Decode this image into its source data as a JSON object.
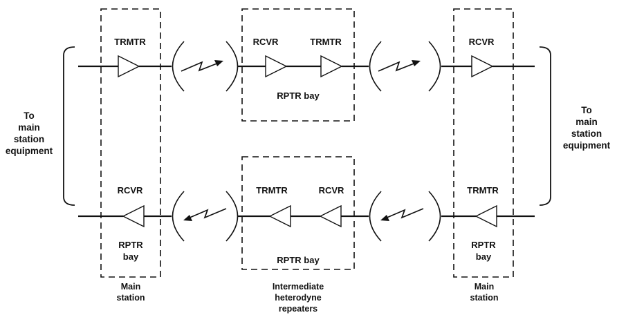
{
  "labels": {
    "trmtr": "TRMTR",
    "rcvr": "RCVR",
    "rptr_bay": "RPTR bay",
    "rptr": "RPTR",
    "bay": "bay"
  },
  "left_side": [
    "To",
    "main",
    "station",
    "equipment"
  ],
  "right_side": [
    "To",
    "main",
    "station",
    "equipment"
  ],
  "captions": {
    "left": [
      "Main",
      "station"
    ],
    "center": [
      "Intermediate",
      "heterodyne",
      "repeaters"
    ],
    "right": [
      "Main",
      "station"
    ]
  }
}
